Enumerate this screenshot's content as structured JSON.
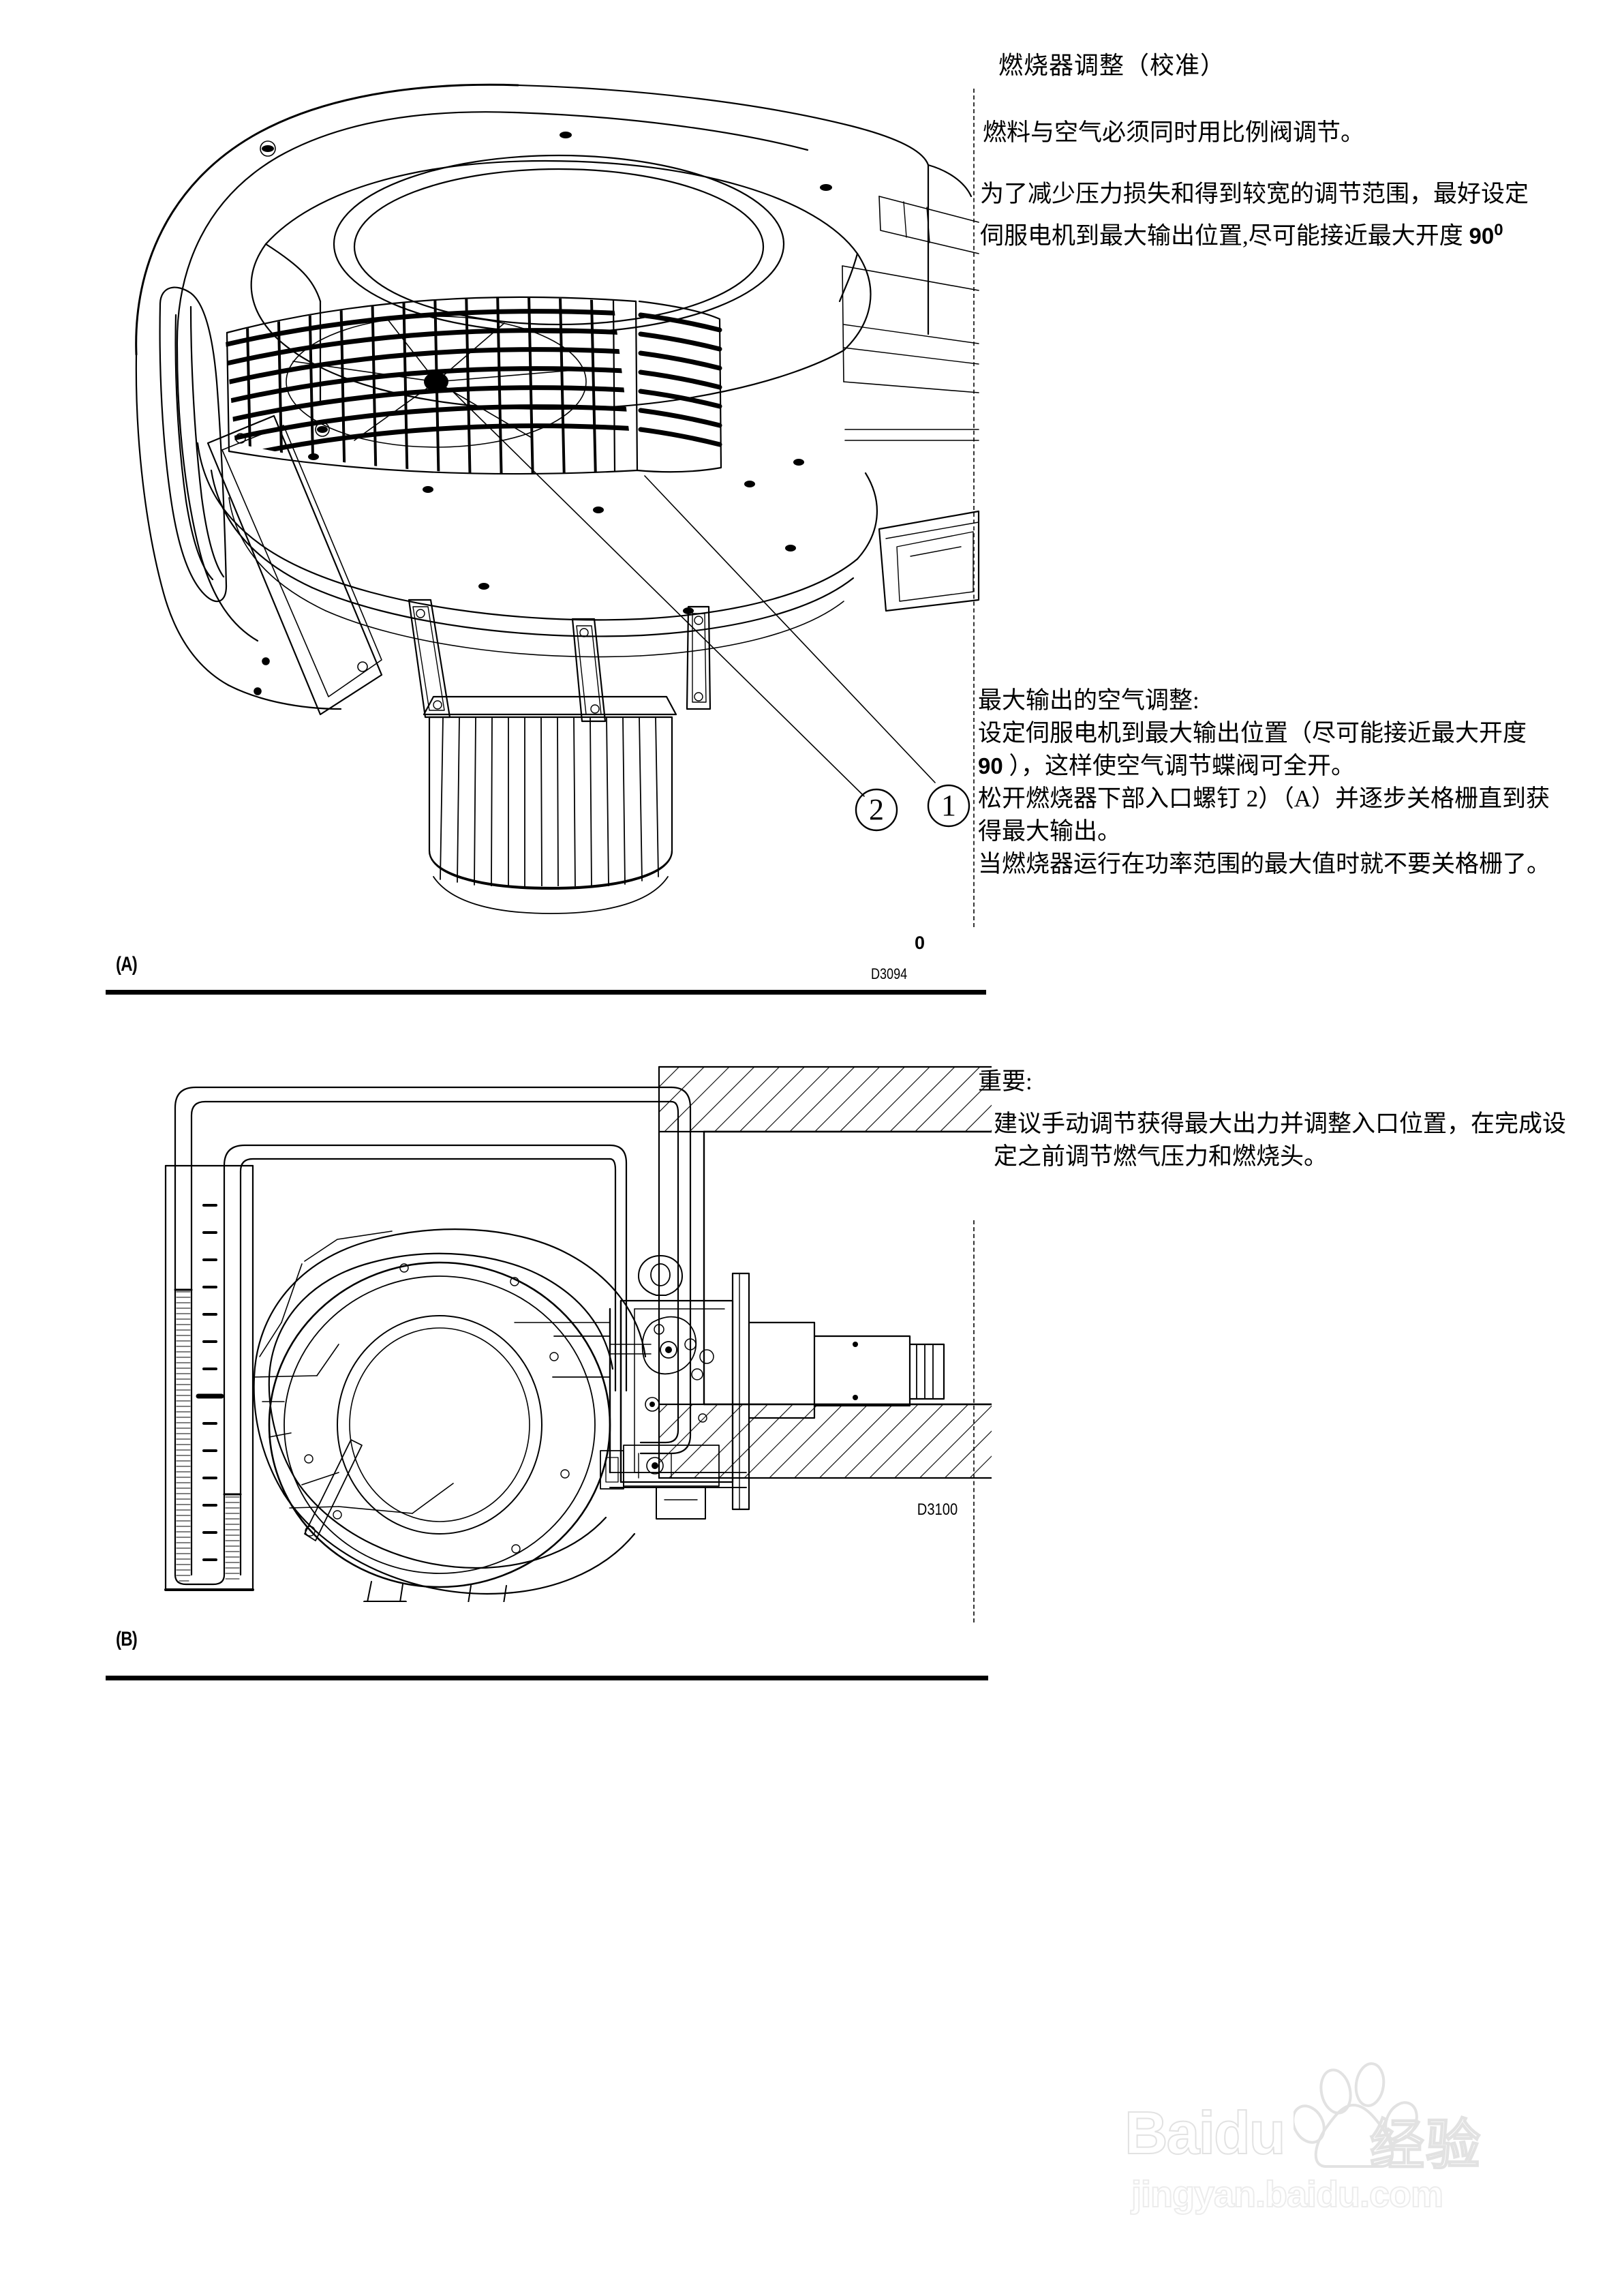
{
  "document": {
    "language": "zh-CN",
    "type": "technical-manual-page"
  },
  "figure_a": {
    "label": "(A)",
    "drawing_number": "D3094",
    "stray_degree_mark": "0",
    "callouts": [
      {
        "number": "2",
        "shape": "circle"
      },
      {
        "number": "1",
        "shape": "circle"
      }
    ],
    "subject": "burner fan / air intake assembly isometric view"
  },
  "figure_b": {
    "label": "(B)",
    "drawing_number": "D3100",
    "subject": "burner mounted on boiler wall with U-tube manometer, side view"
  },
  "text": {
    "section_title": "燃烧器调整（校准）",
    "paragraph_1": "燃料与空气必须同时用比例阀调节。",
    "paragraph_2_line_1": "为了减少压力损失和得到较宽的调节范围，最好设定",
    "paragraph_2_line_2_prefix": "伺服电机到最大输出位置,尽可能接近最大开度 ",
    "paragraph_2_value": "90",
    "paragraph_2_degree": "0",
    "air_heading": "最大输出的空气调整:",
    "air_line_1": "设定伺服电机到最大输出位置（尽可能接近最大开度",
    "air_line_2_value": "90",
    "air_line_2_rest": " ），这样使空气调节蝶阀可全开。",
    "air_line_3": "松开燃烧器下部入口螺钉 2）（A）并逐步关格栅直到获",
    "air_line_4": "得最大输出。",
    "air_line_5": "当燃烧器运行在功率范围的最大值时就不要关格栅了。",
    "important_heading": "重要:",
    "important_line_1": "建议手动调节获得最大出力并调整入口位置，在完成设",
    "important_line_2": "定之前调节燃气压力和燃烧头。"
  },
  "watermark": {
    "brand": "Baidu",
    "brand_cn": "经验",
    "url": "jingyan.baidu.com",
    "color": "#e2e2e2"
  },
  "colors": {
    "ink": "#000000",
    "paper": "#ffffff",
    "watermark": "#e2e2e2"
  }
}
